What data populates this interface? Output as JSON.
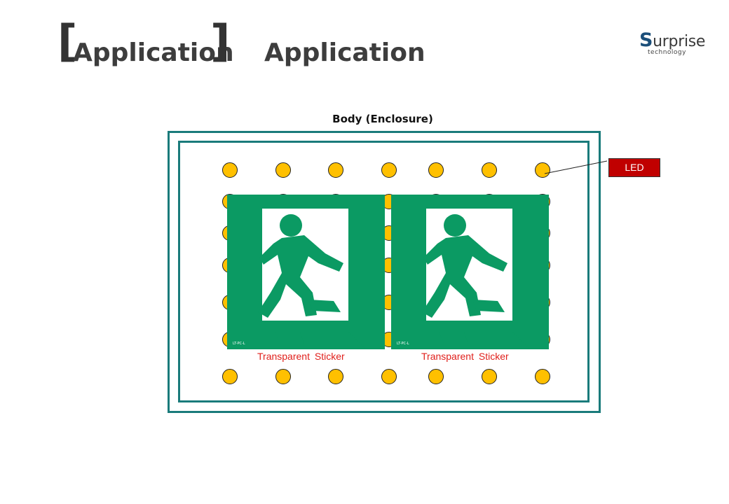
{
  "header": {
    "bracketed_title": "Application",
    "title": "Application",
    "logo": {
      "initial": "S",
      "rest": "urprise",
      "sub": "technology"
    }
  },
  "diagram": {
    "body_label": "Body (Enclosure)",
    "led_label": "LED",
    "sticker_labels": [
      "Transparent  Sticker",
      "Transparent  Sticker"
    ],
    "sign_small_text": "LT-PC-L"
  },
  "colors": {
    "enclosure_border": "#1a7b7b",
    "led_fill": "#ffc000",
    "sign_green": "#0b9a63",
    "led_tag": "#c00000",
    "sticker_text": "#e0201c"
  },
  "icons": [
    "running-man-exit-icon"
  ]
}
